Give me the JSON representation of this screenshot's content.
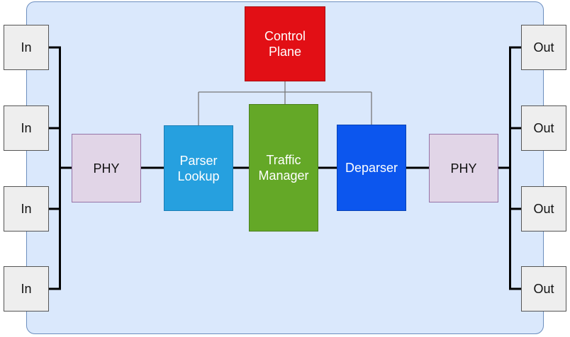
{
  "diagram": {
    "inputs": [
      "In",
      "In",
      "In",
      "In"
    ],
    "outputs": [
      "Out",
      "Out",
      "Out",
      "Out"
    ],
    "phy_left": "PHY",
    "phy_right": "PHY",
    "parser": "Parser\nLookup",
    "traffic_manager": "Traffic\nManager",
    "deparser": "Deparser",
    "control_plane": "Control\nPlane"
  },
  "colors": {
    "background": "#dae8fc",
    "io_fill": "#eeeeee",
    "phy_fill": "#e1d5e7",
    "parser_fill": "#26a0df",
    "traffic_manager_fill": "#64a827",
    "deparser_fill": "#0c56ee",
    "control_plane_fill": "#e20f15"
  }
}
